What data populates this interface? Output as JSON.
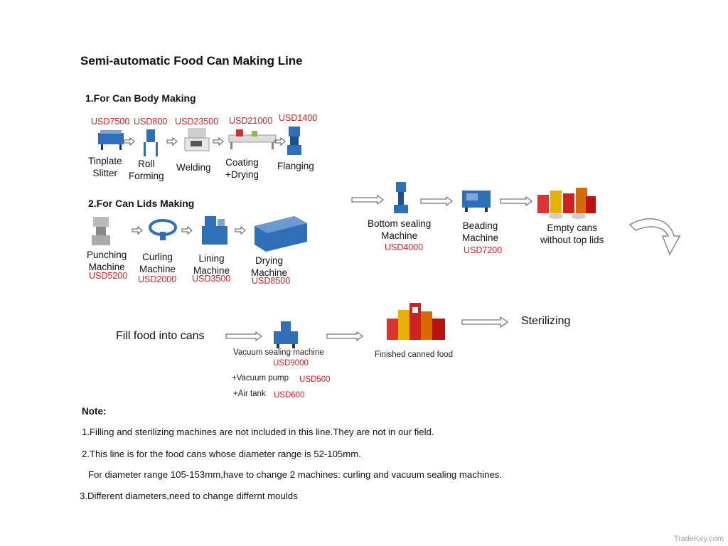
{
  "title": "Semi-automatic Food Can Making Line",
  "body_section": {
    "heading": "1.For Can Body Making",
    "machines": [
      {
        "lines": [
          "Tinplate",
          "Slitter"
        ],
        "price": "USD7500"
      },
      {
        "lines": [
          "Roll",
          "Forming"
        ],
        "price": "USD800"
      },
      {
        "lines": [
          "Welding"
        ],
        "price": "USD23500"
      },
      {
        "lines": [
          "Coating",
          "+Drying"
        ],
        "price": "USD21000"
      },
      {
        "lines": [
          "Flanging"
        ],
        "price": "USD1400"
      }
    ]
  },
  "lids_section": {
    "heading": "2.For Can Lids Making",
    "machines": [
      {
        "lines": [
          "Punching",
          "Machine"
        ],
        "price": "USD5200"
      },
      {
        "lines": [
          "Curling",
          "Machine"
        ],
        "price": "USD2000"
      },
      {
        "lines": [
          "Lining",
          "Machine"
        ],
        "price": "USD3500"
      },
      {
        "lines": [
          "Drying",
          "Machine"
        ],
        "price": "USD8500"
      }
    ]
  },
  "assembly": [
    {
      "lines": [
        "Bottom sealing",
        "Machine"
      ],
      "price": "USD4000"
    },
    {
      "lines": [
        "Beading",
        "Machine"
      ],
      "price": "USD7200"
    },
    {
      "lines": [
        "Empty cans",
        "without top lids"
      ],
      "price": ""
    }
  ],
  "filling": {
    "fill_label": "Fill food into cans",
    "vacuum_label": "Vacuum sealing machine",
    "vacuum_price": "USD9000",
    "pump_label": "+Vacuum pump",
    "pump_price": "USD500",
    "tank_label": "+Air tank",
    "tank_price": "USD600",
    "finished_label": "Finished canned food",
    "sterilizing_label": "Sterilizing"
  },
  "notes": {
    "heading": "Note:",
    "items": [
      "1.Filling and sterilizing machines are not included in this line.They are not in our field.",
      "2.This line is for the food cans whose diameter range is 52-105mm.",
      "For diameter range 105-153mm,have to change 2 machines: curling and vacuum sealing machines.",
      "3.Different diameters,need to change differnt moulds"
    ]
  },
  "watermark": "TradeKey.com",
  "colors": {
    "price": "#e0201e",
    "machine": "#2f6fb8"
  }
}
